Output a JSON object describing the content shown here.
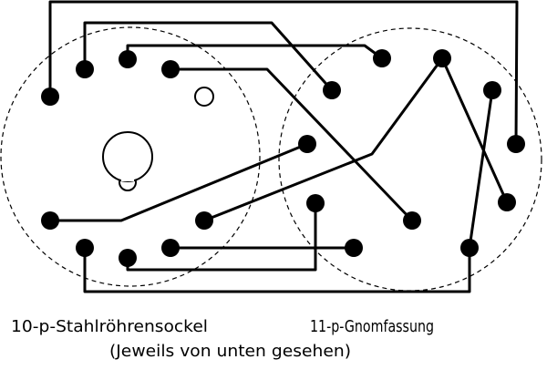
{
  "labels": {
    "left_socket": "10-p-Stahlröhrensockel",
    "right_socket": "11-p-Gnomfassung",
    "caption": "(Jeweils von unten gesehen)"
  },
  "sockets": [
    {
      "name": "10-p-Stahlröhrensockel",
      "pin_count": 10
    },
    {
      "name": "11-p-Gnomfassung",
      "pin_count": 11
    }
  ]
}
